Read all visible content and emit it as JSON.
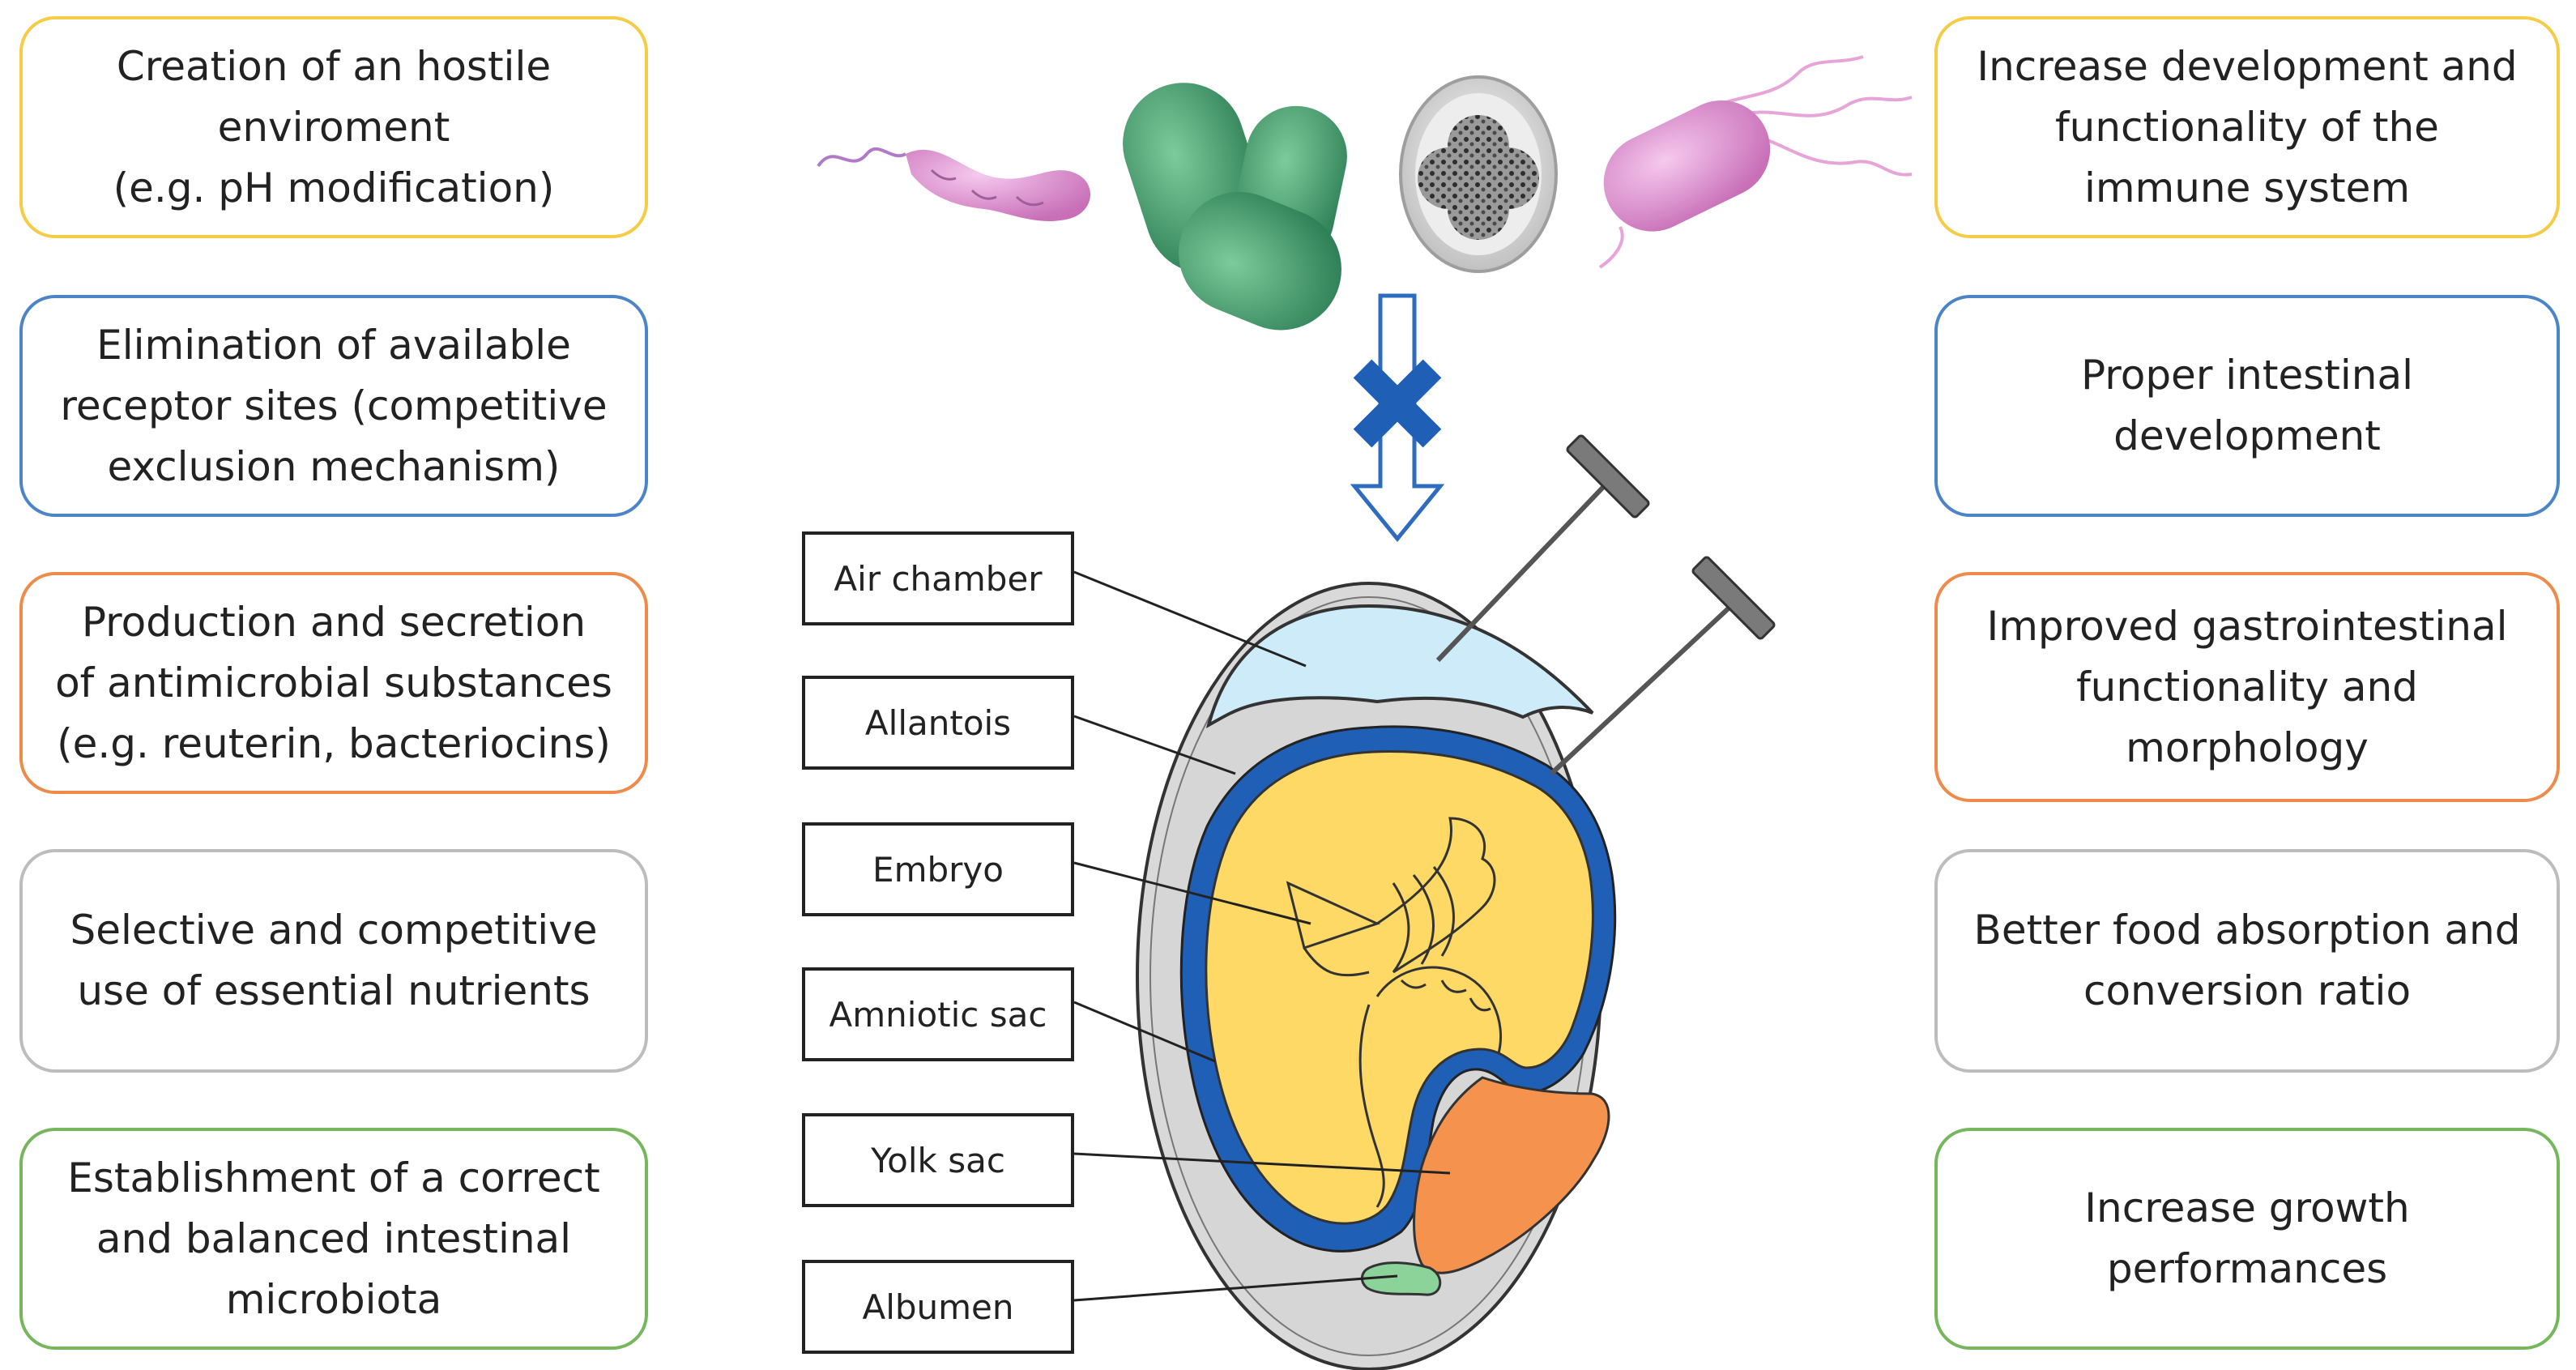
{
  "left_boxes": [
    {
      "text": "Creation of an hostile\nenviroment\n(e.g. pH modification)",
      "color": "#F5CC45"
    },
    {
      "text": "Elimination of available\nreceptor sites (competitive\nexclusion mechanism)",
      "color": "#4C84C8"
    },
    {
      "text": "Production and secretion\nof antimicrobial substances\n(e.g. reuterin, bacteriocins)",
      "color": "#EE8B4B"
    },
    {
      "text": "Selective and competitive\nuse of essential nutrients",
      "color": "#BDBDBD"
    },
    {
      "text": "Establishment of a correct\nand balanced intestinal\nmicrobiota",
      "color": "#76B75D"
    }
  ],
  "right_boxes": [
    {
      "text": "Increase development and\nfunctionality of the\nimmune system",
      "color": "#F5CC45"
    },
    {
      "text": "Proper intestinal\ndevelopment",
      "color": "#4C84C8"
    },
    {
      "text": "Improved gastrointestinal\nfunctionality and\nmorphology",
      "color": "#EE8B4B"
    },
    {
      "text": "Better food absorption and\nconversion ratio",
      "color": "#BDBDBD"
    },
    {
      "text": "Increase growth\nperformances",
      "color": "#76B75D"
    }
  ],
  "egg_labels": [
    "Air chamber",
    "Allantois",
    "Embryo",
    "Amniotic sac",
    "Yolk sac",
    "Albumen"
  ],
  "colors": {
    "air_chamber": "#CDEBF8",
    "allantois": "#D8D8D8",
    "amniotic_membrane": "#1F5FB5",
    "embryo": "#FFD966",
    "yolk": "#F4924E",
    "albumen": "#8CD39A",
    "block_mark": "#1F5FB5",
    "bacteria_green": "#3E9C6E",
    "bacteria_pink": "#E7A0D8"
  },
  "icons": [
    "spiral-bacterium-icon",
    "bacilli-cluster-icon",
    "coccus-colony-icon",
    "flagellated-bacterium-icon",
    "blocked-arrow-icon",
    "injection-needle-icon"
  ]
}
